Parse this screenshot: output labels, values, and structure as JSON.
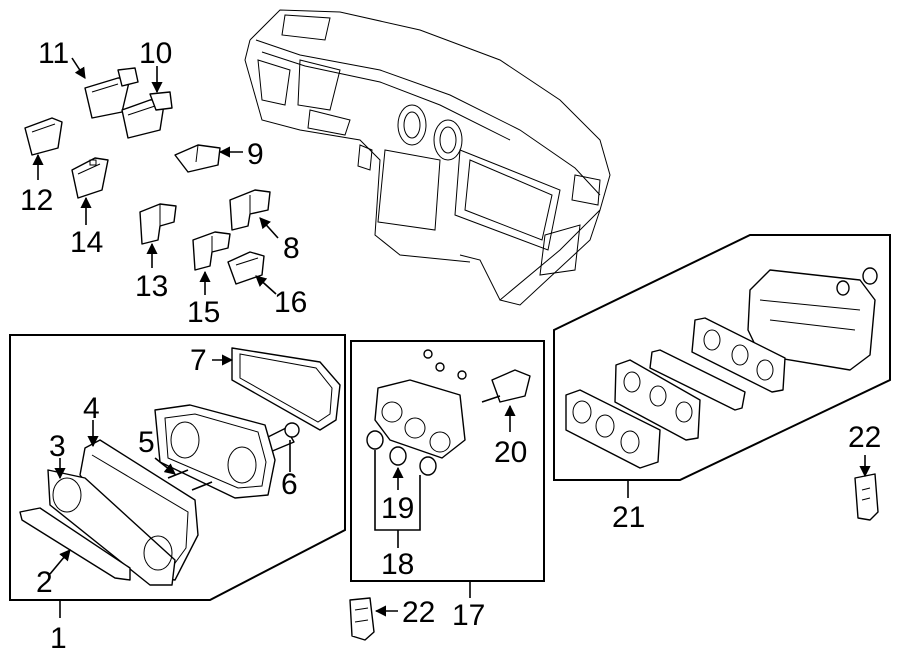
{
  "callouts": {
    "c1": "1",
    "c2": "2",
    "c3": "3",
    "c4": "4",
    "c5": "5",
    "c6": "6",
    "c7": "7",
    "c8": "8",
    "c9": "9",
    "c10": "10",
    "c11": "11",
    "c12": "12",
    "c13": "13",
    "c14": "14",
    "c15": "15",
    "c16": "16",
    "c17": "17",
    "c18": "18",
    "c19": "19",
    "c20": "20",
    "c21": "21",
    "c22a": "22",
    "c22b": "22"
  }
}
